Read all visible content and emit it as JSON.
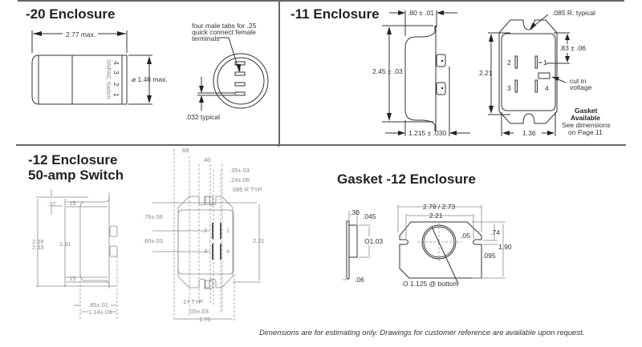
{
  "sections": {
    "enc20": {
      "title": "-20 Enclosure",
      "dim_length": "2.77 max.",
      "dim_diameter": "⌀ 1.46 max.",
      "tabs_note_lines": [
        "four male tabs for .25",
        "quick connect female",
        "terminals"
      ],
      "tab_thickness": ".032 typical",
      "body_marking": "SNPAC Switch",
      "terminal_numbers": [
        "4",
        "3",
        "2",
        "1"
      ]
    },
    "enc11": {
      "title": "-11 Enclosure",
      "dim_flange": ".80 ± .01",
      "dim_height": "2.45 ± .03",
      "dim_depth": "1.215 ± .030",
      "radius_note": ".085 R. typical",
      "dim_tab_offset": ".83 ± .06",
      "dim_mount": "2.21",
      "dim_width": "1.36",
      "terminals": [
        "1",
        "2",
        "3",
        "4"
      ],
      "cut_in_lines": [
        "cut in",
        "voltage"
      ],
      "gasket_lines": [
        "Gasket",
        "Available",
        "See dimensions",
        "on Page 11"
      ]
    },
    "enc12": {
      "title_lines": [
        "-12 Enclosure",
        "50-amp Switch"
      ],
      "side": {
        "dim_top": ".37",
        "dim_total_lines": [
          "2.69",
          "2.63"
        ],
        "dim_inner": "1.91",
        "dim_flange_top": ".15",
        "dim_flange_bottom": ".15",
        "dim_depth1": ".85±.01",
        "dim_depth2": "1.14±.03"
      },
      "front": {
        "dim_a": ".68",
        "dim_b": ".40",
        "dim_c": ".35±.03",
        "dim_d": ".24±.06",
        "radius": ".085 R TYP",
        "dim_e": ".79±.06",
        "dim_f": ".60±.03",
        "dim_mount": "2.21",
        "dim_g": ".17 TYP",
        "dim_h": ".05±.03",
        "dim_width": "1.76",
        "terminals": [
          "1",
          "2",
          "3",
          "4"
        ]
      }
    },
    "gasket12": {
      "title": "Gasket -12 Enclosure",
      "dim_thk": ".30",
      "dim_lip": ".045",
      "dim_dia": "O1.03",
      "dim_edge": ".06",
      "dim_overall": "2.79 / 2.73",
      "dim_slot": "2.21",
      "dim_slotw": ".05",
      "dim_a": ".74",
      "dim_height": "1.90",
      "dim_b": ".095",
      "dim_bottom": "O 1.125 @ bottom"
    }
  },
  "footer": "Dimensions are for estimating only. Drawings for customer reference are available upon request."
}
